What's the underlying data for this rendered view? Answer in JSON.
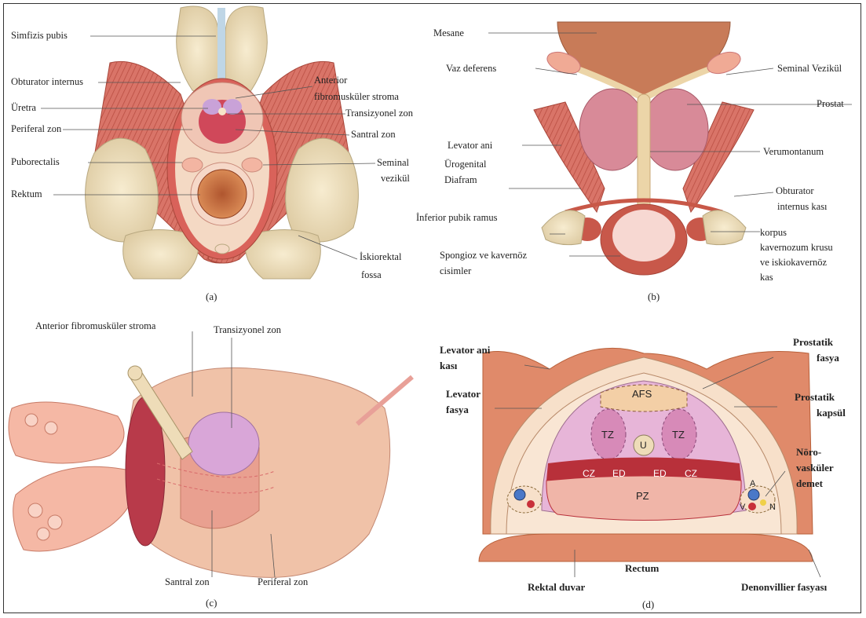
{
  "panel_a": {
    "caption": "(a)",
    "labels": {
      "simfizis": "Simfizis pubis",
      "obturator": "Obturator internus",
      "uretra": "Üretra",
      "periferal": "Periferal zon",
      "puborectalis": "Puborectalis",
      "rektum": "Rektum",
      "anterior1": "Anterior",
      "anterior2": "fibromusküler stroma",
      "transizyonel": "Transizyonel zon",
      "santral": "Santral zon",
      "seminal1": "Seminal",
      "seminal2": "vezikül",
      "iskio1": "İskiorektal",
      "iskio2": "fossa"
    }
  },
  "panel_b": {
    "caption": "(b)",
    "labels": {
      "mesane": "Mesane",
      "vaz": "Vaz deferens",
      "seminal": "Seminal Vezikül",
      "prostat": "Prostat",
      "levator": "Levator ani",
      "veru": "Verumontanum",
      "urogenital1": "Ürogenital",
      "urogenital2": "Diafram",
      "obturator1": "Obturator",
      "obturator2": "internus kası",
      "inferior": "İnferior pubik ramus",
      "korpus1": "korpus",
      "korpus2": "kavernozum krusu",
      "korpus3": "ve iskiokavernöz",
      "korpus4": "kas",
      "spongioz1": "Spongioz ve kavernöz",
      "spongioz2": "cisimler"
    }
  },
  "panel_c": {
    "caption": "(c)",
    "labels": {
      "anterior": "Anterior fibromusküler stroma",
      "transizyonel": "Transizyonel zon",
      "santral": "Santral zon",
      "periferal": "Periferal zon"
    }
  },
  "panel_d": {
    "caption": "(d)",
    "labels": {
      "levator_kasi1": "Levator ani",
      "levator_kasi2": "kası",
      "levator_fasya1": "Levator",
      "levator_fasya2": "fasya",
      "prostatik_fasya1": "Prostatik",
      "prostatik_fasya2": "fasya",
      "prostatik_kapsul1": "Prostatik",
      "prostatik_kapsul2": "kapsül",
      "noro1": "Nöro-",
      "noro2": "vasküler",
      "noro3": "demet",
      "rectum": "Rectum",
      "rektal": "Rektal duvar",
      "denon": "Denonvillier fasyası"
    },
    "inner": {
      "afs": "AFS",
      "tz_left": "TZ",
      "tz_right": "TZ",
      "u": "U",
      "cz_left": "CZ",
      "ed_left": "ED",
      "ed_right": "ED",
      "cz_right": "CZ",
      "pz": "PZ",
      "a": "A",
      "v": "V",
      "n": "N"
    }
  }
}
